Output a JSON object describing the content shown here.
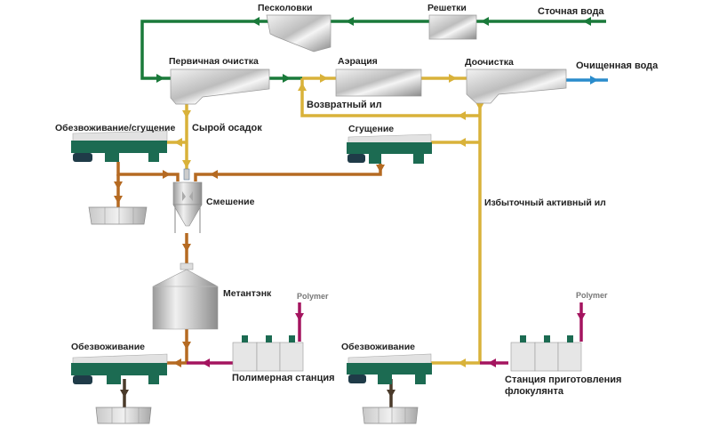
{
  "title": "Схема очистки сточных вод",
  "colors": {
    "wastewater": "#1a7a3a",
    "activated_sludge": "#d9b23a",
    "raw_sludge": "#d9b23a",
    "mixed_sludge": "#b56a22",
    "clean_water": "#2a8ccc",
    "polymer": "#a4145f",
    "dewatered": "#4a3a2a",
    "centrifuge": "#1c6b52"
  },
  "labels": {
    "sewage_water": "Сточная вода",
    "screens": "Решетки",
    "sand_traps": "Песколовки",
    "primary_treatment": "Первичная очистка",
    "aeration": "Аэрация",
    "post_treatment": "Доочистка",
    "clean_water": "Очищенная вода",
    "return_sludge": "Возвратный ил",
    "raw_sludge": "Сырой осадок",
    "dewatering_thickening": "Обезвоживание/сгущение",
    "thickening": "Сгущение",
    "mixing": "Смешение",
    "excess_activated_sludge": "Избыточный активный ил",
    "digester": "Метантэнк",
    "polymer_left": "Polymer",
    "polymer_right": "Polymer",
    "dewatering_left": "Обезвоживание",
    "dewatering_right": "Обезвоживание",
    "polymer_station": "Полимерная станция",
    "flocculant_station_line1": "Станция приготовления",
    "flocculant_station_line2": "флокулянта"
  }
}
